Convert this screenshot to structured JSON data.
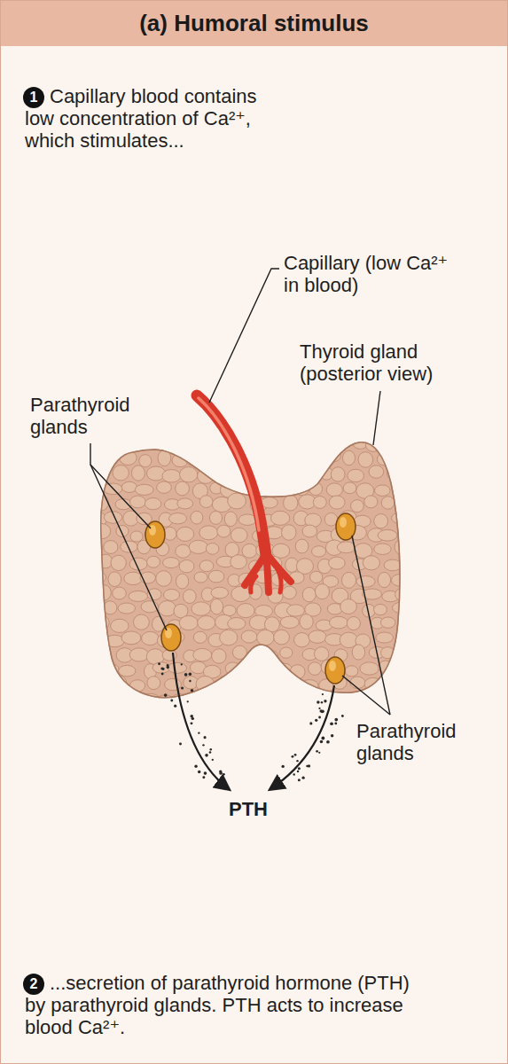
{
  "diagram": {
    "title": "(a) Humoral stimulus",
    "labels": [
      "1",
      "Capillary blood contains low concentration of Ca²⁺, which stimulates...",
      "Capillary (low Ca²⁺ in blood)",
      "Thyroid gland (posterior view)",
      "Parathyroid glands",
      "Parathyroid glands",
      "PTH",
      "2",
      "...secretion of parathyroid hormone (PTH) by parathyroid glands. PTH acts to increase blood Ca²⁺."
    ]
  }
}
